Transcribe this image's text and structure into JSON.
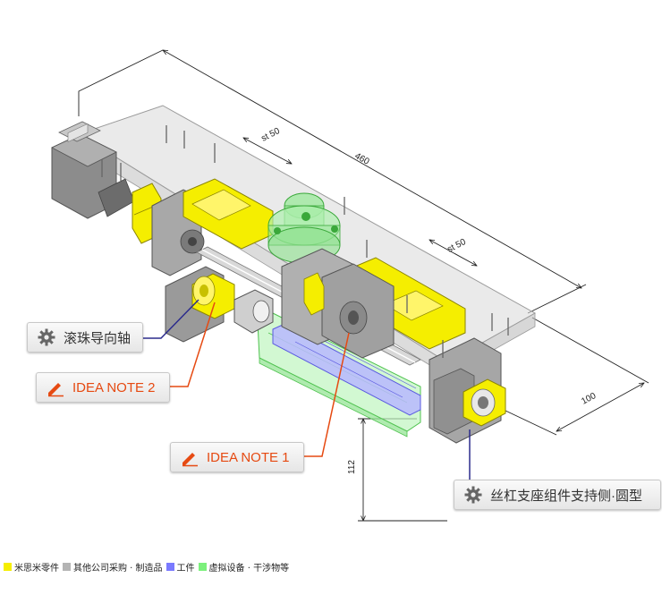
{
  "dimensions": {
    "d460": "460",
    "st50_top": "st 50",
    "st50_right": "st 50",
    "d100": "100",
    "d112": "112"
  },
  "callouts": {
    "ball_spline": "滚珠导向轴",
    "idea_note_2": "IDEA NOTE 2",
    "idea_note_1": "IDEA NOTE 1",
    "screw_support": "丝杠支座组件支持侧·圆型"
  },
  "icons": {
    "part_callout": "gear-icon",
    "idea_callout": "pencil-icon"
  },
  "colors": {
    "misumi_parts": "#f5ee00",
    "other_purchased": "#b4b4b4",
    "workpiece": "#7a7aff",
    "virtual_equipment": "#7cf07c",
    "idea_accent": "#e64a12",
    "leader_line_parts": "#2b2b8c"
  },
  "legend": [
    {
      "label": "米思米零件",
      "color": "#f5ee00"
    },
    {
      "label": "其他公司采购 · 制造品",
      "color": "#b4b4b4"
    },
    {
      "label": "工件",
      "color": "#7a7aff"
    },
    {
      "label": "虚拟设备 · 干涉物等",
      "color": "#7cf07c"
    }
  ]
}
